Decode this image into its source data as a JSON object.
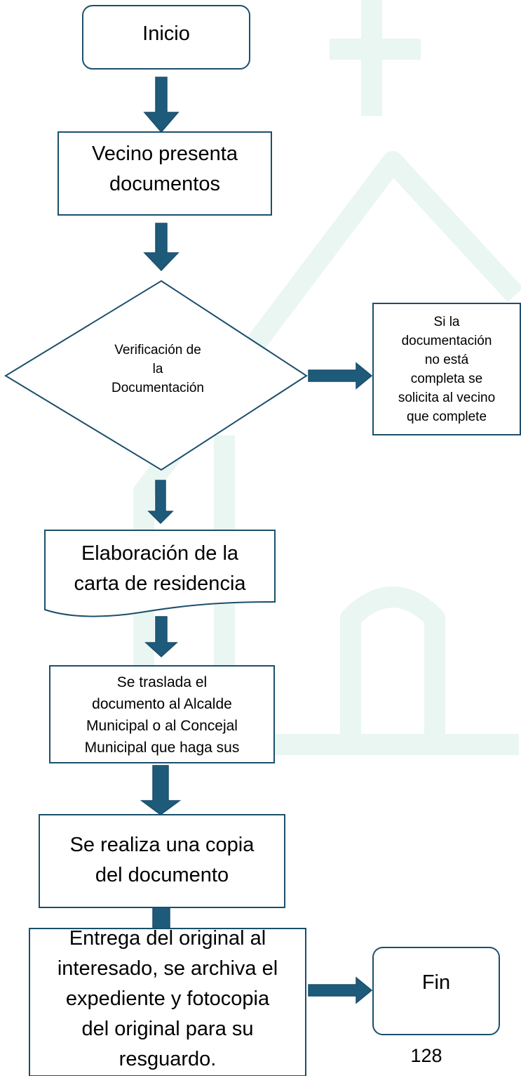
{
  "nodes": {
    "start": "Inicio",
    "present_docs": "Vecino presenta\ndocumentos",
    "verify": "Verificación de\nla\nDocumentación",
    "incomplete_note": "Si la\ndocumentación\nno está\ncompleta se\nsolicita al vecino\nque complete",
    "draft_letter": "Elaboración de la\ncarta de residencia",
    "transfer": "Se traslada el\ndocumento al Alcalde\nMunicipal o al Concejal\nMunicipal que haga sus",
    "copy": "Se realiza una copia\ndel documento",
    "deliver": "Entrega del original al\ninteresado, se archiva el\nexpediente y fotocopia\ndel original para su\nresguardo.",
    "end": "Fin"
  },
  "page_number": "128",
  "colors": {
    "stroke": "#1c4f6c",
    "arrow_fill": "#1e5b7a",
    "watermark": "#e9f6f1"
  }
}
